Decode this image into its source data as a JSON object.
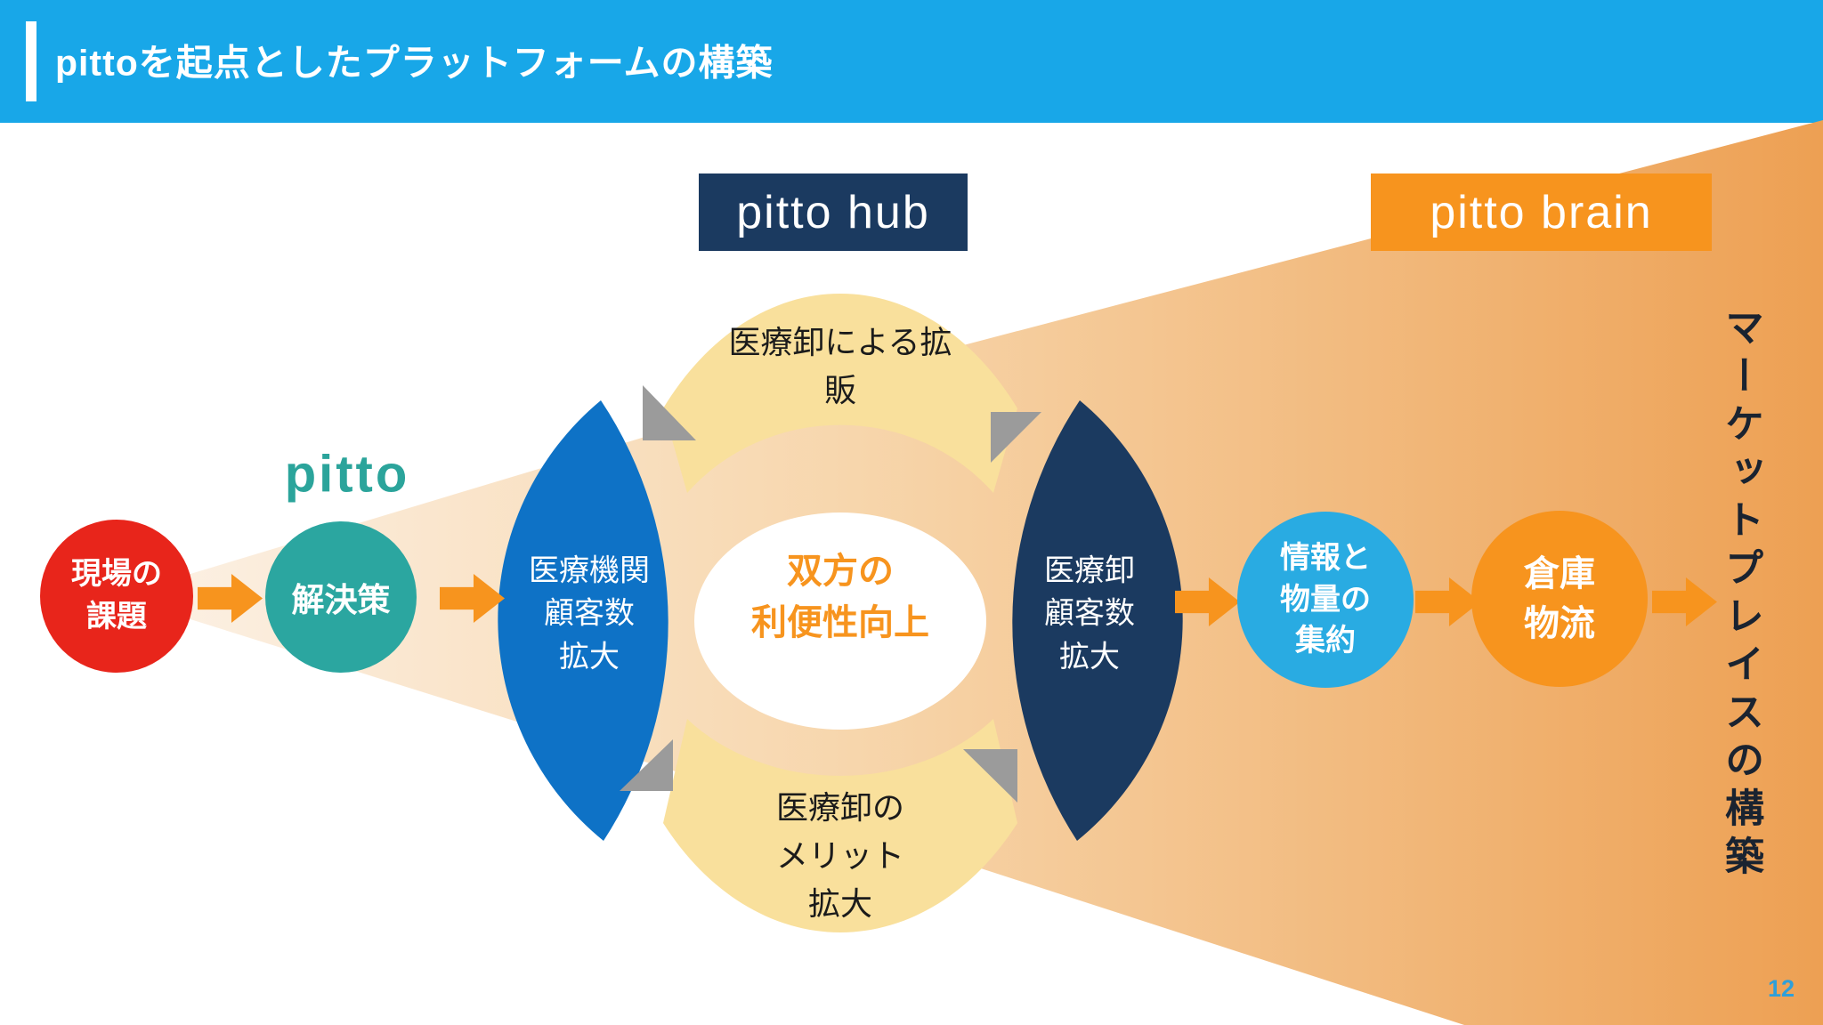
{
  "header": {
    "title": "pittoを起点としたプラットフォームの構築"
  },
  "banners": {
    "hub": "pitto hub",
    "brain": "pitto brain"
  },
  "left_flow": {
    "problem": "現場の\n課題",
    "solution": "解決策",
    "logo": "pitto"
  },
  "hub_cycle": {
    "top": "医療卸による拡\n販",
    "left": "医療機関\n顧客数\n拡大",
    "right": "医療卸\n顧客数\n拡大",
    "bottom": "医療卸の\nメリット\n拡大",
    "center": "双方の\n利便性向上"
  },
  "right_flow": {
    "aggregate": "情報と\n物量の\n集約",
    "warehouse": "倉庫\n物流",
    "goal": "マーケットプレイスの構築"
  },
  "page_number": "12",
  "colors": {
    "header_blue": "#18A7E8",
    "navy": "#1B3A60",
    "orange": "#F7941E",
    "yellow_fan": "#F9E09C",
    "blue_lens": "#0E72C6",
    "sky_blue": "#29ABE2",
    "teal": "#2BA6A0",
    "red": "#E8251B",
    "gray_triangle": "#9B9B9B",
    "funnel_light": "#FCF2E7",
    "funnel_mid": "#F7D6AC",
    "funnel_dark": "#EDA053",
    "center_text_orange": "#F7941E",
    "goal_text": "#1A2330",
    "page_number_blue": "#2E9FD9"
  }
}
